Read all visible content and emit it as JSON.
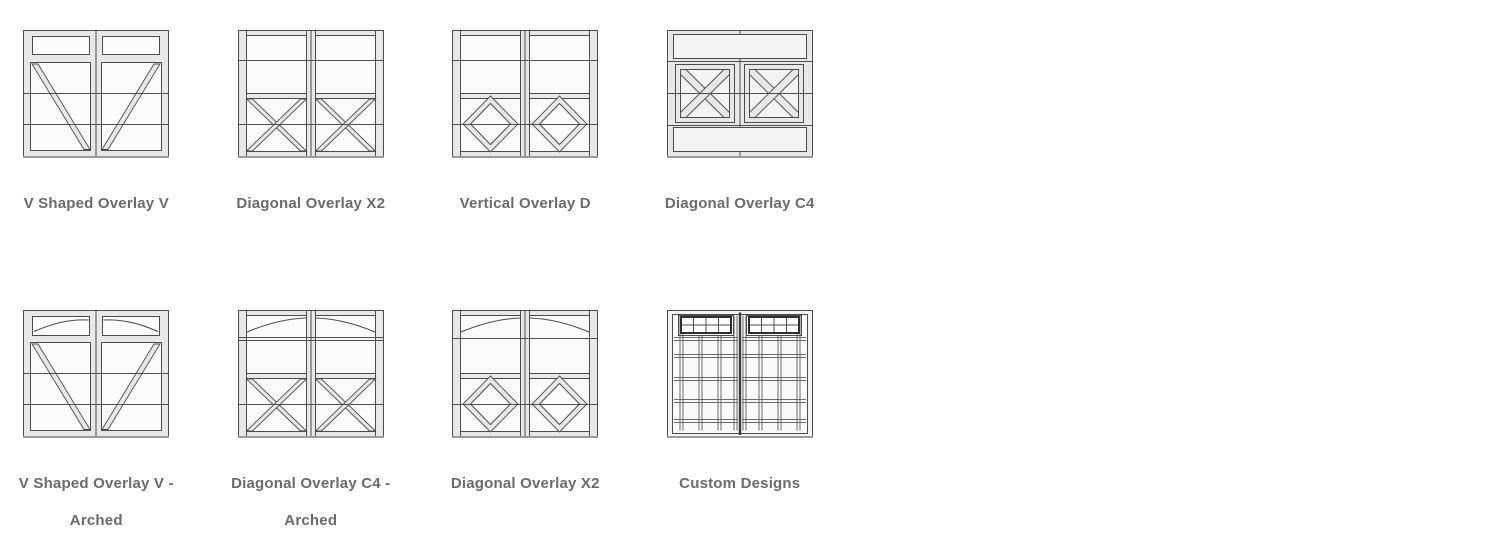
{
  "cards": [
    {
      "label": "V Shaped Overlay V",
      "design": "door-design-v-shaped-overlay-v"
    },
    {
      "label": "Diagonal Overlay X2",
      "design": "door-design-diagonal-overlay-x2"
    },
    {
      "label": "Vertical Overlay D",
      "design": "door-design-vertical-overlay-d"
    },
    {
      "label": "Diagonal Overlay C4",
      "design": "door-design-diagonal-overlay-c4"
    },
    {
      "label": "V Shaped Overlay V - Arched",
      "design": "door-design-v-shaped-overlay-v-arched"
    },
    {
      "label": "Diagonal Overlay C4 - Arched",
      "design": "door-design-diagonal-overlay-c4-arched"
    },
    {
      "label": "Diagonal Overlay X2",
      "design": "door-design-diagonal-overlay-x2-arched"
    },
    {
      "label": "Custom Designs",
      "design": "door-design-custom-designs"
    }
  ],
  "colors": {
    "label_text": "#6b6b6b",
    "door_line": "#4c4c4c",
    "door_frame_fill": "#e8e8e8",
    "door_panel_fill": "#fbfbfb",
    "background": "#ffffff"
  }
}
